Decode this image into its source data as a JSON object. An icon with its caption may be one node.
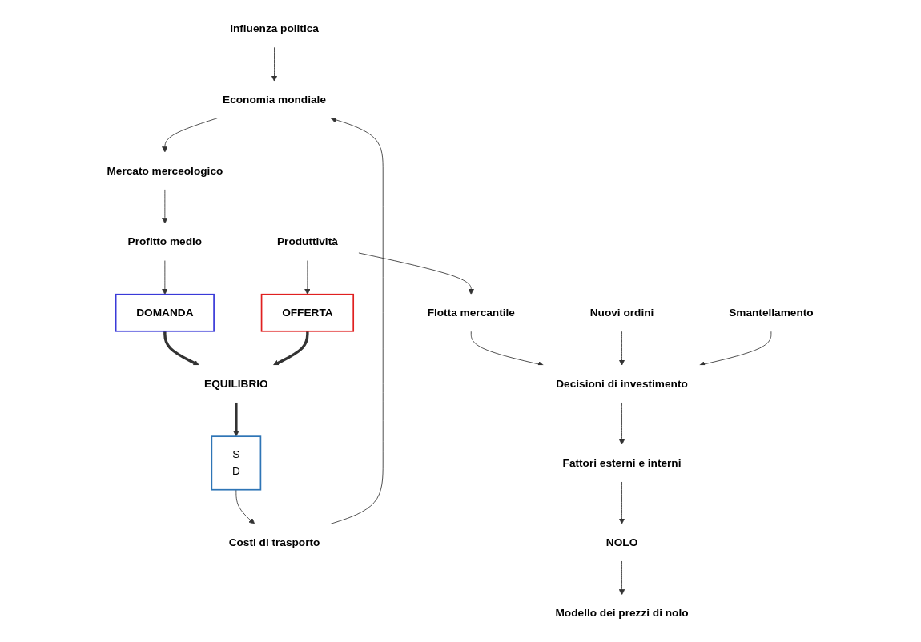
{
  "diagram": {
    "nodes": [
      {
        "text": [
          "Influenza politica"
        ]
      },
      {
        "text": [
          "Economia mondiale"
        ]
      },
      {
        "text": [
          "Costi di trasporto"
        ]
      },
      {
        "text": [
          "Mercato merceologico"
        ]
      },
      {
        "text": [
          "Profitto medio"
        ]
      },
      {
        "text": [
          "DOMANDA"
        ]
      },
      {
        "text": [
          "EQUILIBRIO"
        ]
      },
      {
        "text": [
          "OFFERTA"
        ]
      },
      {
        "text": [
          "Produttività"
        ]
      },
      {
        "text": [
          "Flotta mercantile"
        ]
      },
      {
        "text": [
          "Nuovi ordini"
        ]
      },
      {
        "text": [
          "Decisioni di investimento"
        ]
      },
      {
        "text": [
          "Smantellamento"
        ]
      },
      {
        "text": [
          "Fattori esterni e interni"
        ]
      },
      {
        "text": [
          "NOLO"
        ]
      },
      {
        "text": [
          "S",
          "D"
        ]
      },
      {
        "text": [
          "Modello dei prezzi di nolo"
        ]
      }
    ],
    "edges": [
      {
        "from": 0,
        "to": 1,
        "arrow": "to"
      },
      {
        "from": 2,
        "to": 1,
        "arrow": "to"
      },
      {
        "from": 1,
        "to": 3,
        "arrow": "to"
      },
      {
        "from": 3,
        "to": 4,
        "arrow": "to"
      },
      {
        "from": 4,
        "to": 5,
        "arrow": "to"
      },
      {
        "from": 5,
        "to": 6,
        "arrow": "to",
        "style": "thick"
      },
      {
        "from": 7,
        "to": 6,
        "arrow": "to",
        "style": "thick"
      },
      {
        "from": 6,
        "to": 15,
        "arrow": "to",
        "style": "thick"
      },
      {
        "from": 8,
        "to": 7,
        "arrow": "to"
      },
      {
        "from": 8,
        "to": 9,
        "arrow": "to"
      },
      {
        "from": 9,
        "to": 11,
        "arrow": "to"
      },
      {
        "from": 10,
        "to": 11,
        "arrow": "to"
      },
      {
        "from": 12,
        "to": 11,
        "arrow": "to"
      },
      {
        "from": 11,
        "to": 13,
        "arrow": "to"
      },
      {
        "from": 13,
        "to": 14,
        "arrow": "to"
      },
      {
        "from": 14,
        "to": 16,
        "arrow": "to"
      },
      {
        "from": 15,
        "to": 2,
        "arrow": "to"
      }
    ]
  }
}
